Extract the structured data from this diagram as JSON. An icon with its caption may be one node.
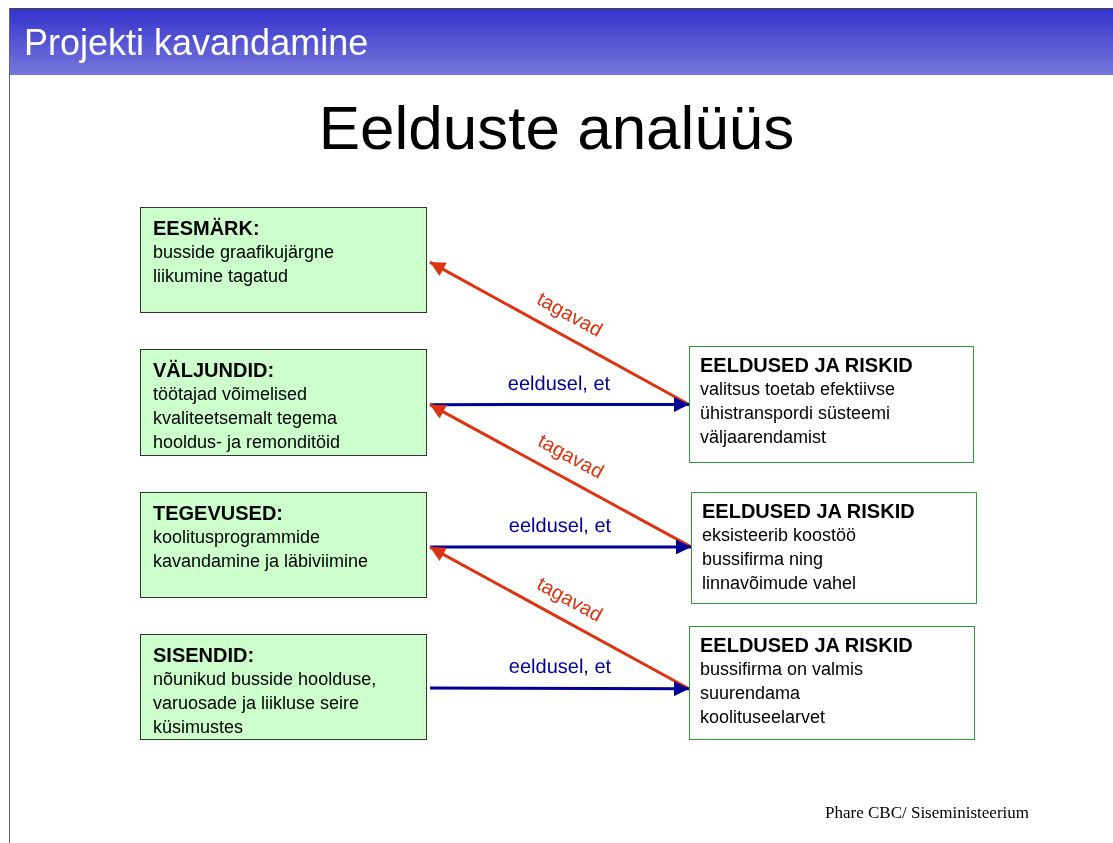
{
  "diagram": {
    "title": "Eelduste analüüs",
    "nodes": [
      {
        "text": [
          "EESMÄRK:",
          "busside graafikujärgne liikumine tagatud"
        ]
      },
      {
        "text": [
          "VÄLJUNDID:",
          "töötajad võimelised kvaliteetsemalt tegema hooldus- ja remonditöid"
        ]
      },
      {
        "text": [
          "TEGEVUSED:",
          "koolitusprogrammide kavandamine ja läbiviimine"
        ]
      },
      {
        "text": [
          "SISENDID:",
          "nõunikud busside hoolduse, varuosade ja liikluse seire küsimustes"
        ]
      },
      {
        "text": [
          "EELDUSED JA RISKID",
          "valitsus toetab efektiivse ühistranspordi süsteemi väljaarendamist"
        ]
      },
      {
        "text": [
          "EELDUSED JA RISKID",
          "eksisteerib koostöö bussifirma ning linnavõimude vahel"
        ]
      },
      {
        "text": [
          "EELDUSED JA RISKID",
          "bussifirma on valmis suurendama koolituseelarvet"
        ]
      }
    ],
    "edges": [
      {
        "from": 4,
        "to": 0,
        "arrow": "to",
        "label": "tagavad",
        "color": "#dd3311"
      },
      {
        "from": 1,
        "to": 4,
        "arrow": "to",
        "label": "eeldusel, et",
        "color": "#000099"
      },
      {
        "from": 5,
        "to": 1,
        "arrow": "to",
        "label": "tagavad",
        "color": "#dd3311"
      },
      {
        "from": 2,
        "to": 5,
        "arrow": "to",
        "label": "eeldusel, et",
        "color": "#000099"
      },
      {
        "from": 6,
        "to": 2,
        "arrow": "to",
        "label": "tagavad",
        "color": "#dd3311"
      },
      {
        "from": 3,
        "to": 6,
        "arrow": "to",
        "label": "eeldusel, et",
        "color": "#000099"
      }
    ],
    "labels": [
      "Projekti kavandamine",
      "Phare CBC/ Siseministeerium"
    ]
  }
}
